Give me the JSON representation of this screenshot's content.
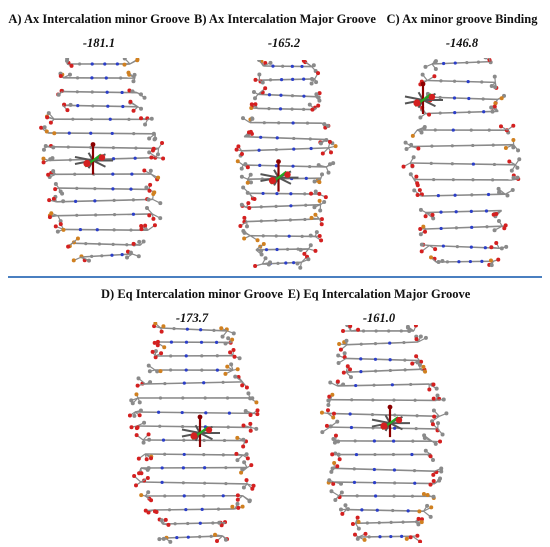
{
  "panels": [
    {
      "title": "A) Ax Intercalation minor Groove",
      "energy": "-181.1"
    },
    {
      "title": "B) Ax Intercalation Major Groove",
      "energy": "-165.2"
    },
    {
      "title": "C) Ax minor groove Binding",
      "energy": "-146.8"
    },
    {
      "title": "D) Eq Intercalation minor Groove",
      "energy": "-173.7"
    },
    {
      "title": "E) Eq Intercalation Major Groove",
      "energy": "-161.0"
    }
  ],
  "colors": {
    "divider": "#4a7fc0",
    "backbone": "#8a8a8a",
    "oxygen": "#d42020",
    "nitrogen": "#2b3ec8",
    "phosphorus": "#d08020",
    "metal_ligand": "#22aa22",
    "metal_center": "#8b0000"
  }
}
